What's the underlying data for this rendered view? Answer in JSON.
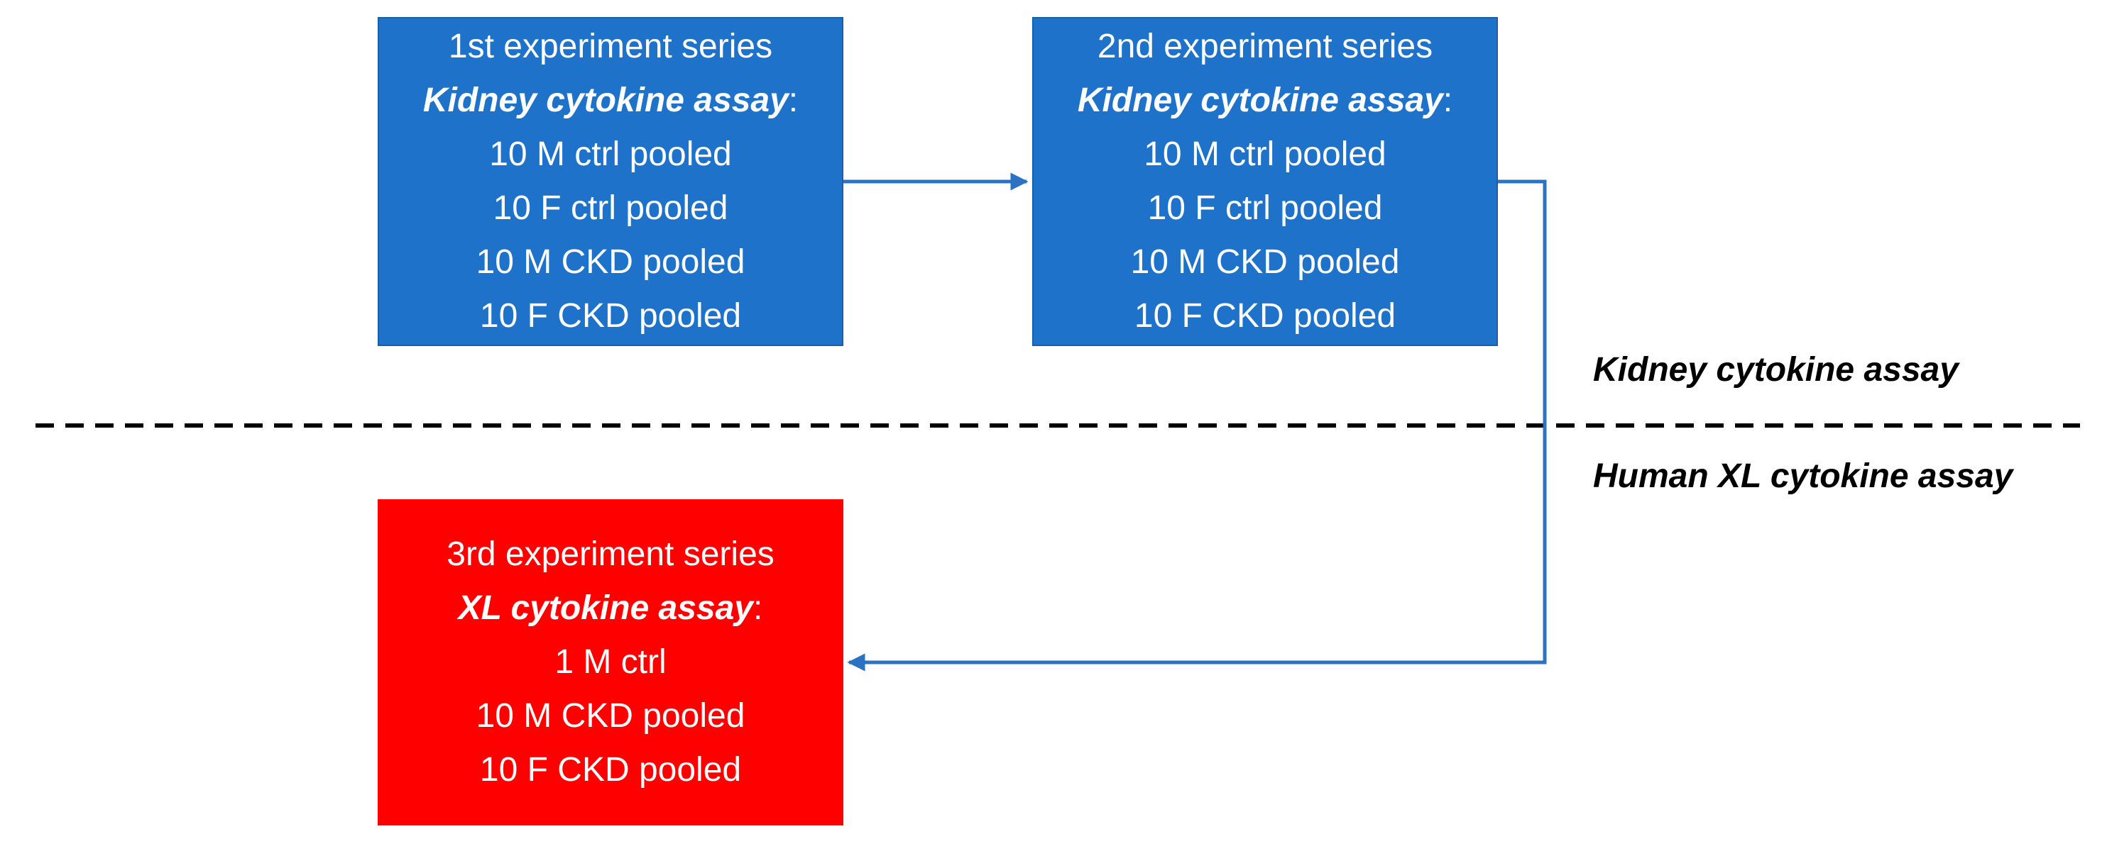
{
  "boxes": [
    {
      "heading": "1st experiment series",
      "assay": "Kidney cytokine assay",
      "assay_suffix": ":",
      "samples": [
        "10 M ctrl pooled",
        "10 F ctrl pooled",
        "10 M CKD pooled",
        "10 F CKD pooled"
      ],
      "color": "#1e72c9"
    },
    {
      "heading": "2nd experiment series",
      "assay": "Kidney cytokine assay",
      "assay_suffix": ":",
      "samples": [
        "10 M ctrl pooled",
        "10 F ctrl pooled",
        "10 M CKD pooled",
        "10 F CKD pooled"
      ],
      "color": "#1e72c9"
    },
    {
      "heading": "3rd experiment series",
      "assay": "XL cytokine assay",
      "assay_suffix": ":",
      "samples": [
        "1 M ctrl",
        "10 M CKD pooled",
        "10 F CKD pooled"
      ],
      "color": "#ff0000"
    }
  ],
  "divider": {
    "above_label": "Kidney cytokine assay",
    "below_label": "Human XL cytokine assay"
  },
  "colors": {
    "arrow": "#2b72c2",
    "divider": "#000000"
  }
}
